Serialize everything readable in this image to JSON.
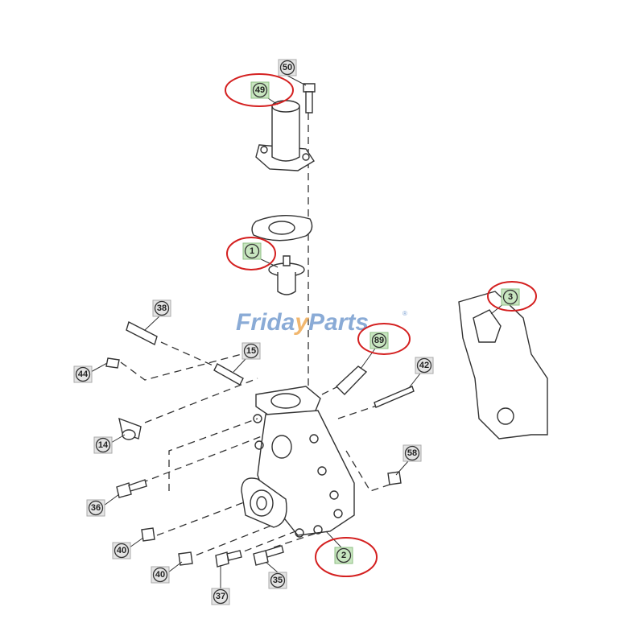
{
  "watermark": {
    "text": "FridayParts",
    "registered": "®",
    "color": "#7ea2d2",
    "accent": "#f0b060"
  },
  "callouts": [
    {
      "label": "50",
      "highlighted": false
    },
    {
      "label": "49",
      "highlighted": true
    },
    {
      "label": "1",
      "highlighted": true
    },
    {
      "label": "3",
      "highlighted": true
    },
    {
      "label": "38",
      "highlighted": false
    },
    {
      "label": "15",
      "highlighted": false
    },
    {
      "label": "44",
      "highlighted": false
    },
    {
      "label": "89",
      "highlighted": true
    },
    {
      "label": "42",
      "highlighted": false
    },
    {
      "label": "14",
      "highlighted": false
    },
    {
      "label": "58",
      "highlighted": false
    },
    {
      "label": "36",
      "highlighted": false
    },
    {
      "label": "40",
      "highlighted": false
    },
    {
      "label": "40",
      "highlighted": false
    },
    {
      "label": "37",
      "highlighted": false
    },
    {
      "label": "35",
      "highlighted": false
    },
    {
      "label": "2",
      "highlighted": true
    }
  ],
  "colors": {
    "highlight_ring": "#d42020",
    "highlight_fill": "#c8e6c0",
    "label_fill": "#e4e4e4"
  }
}
